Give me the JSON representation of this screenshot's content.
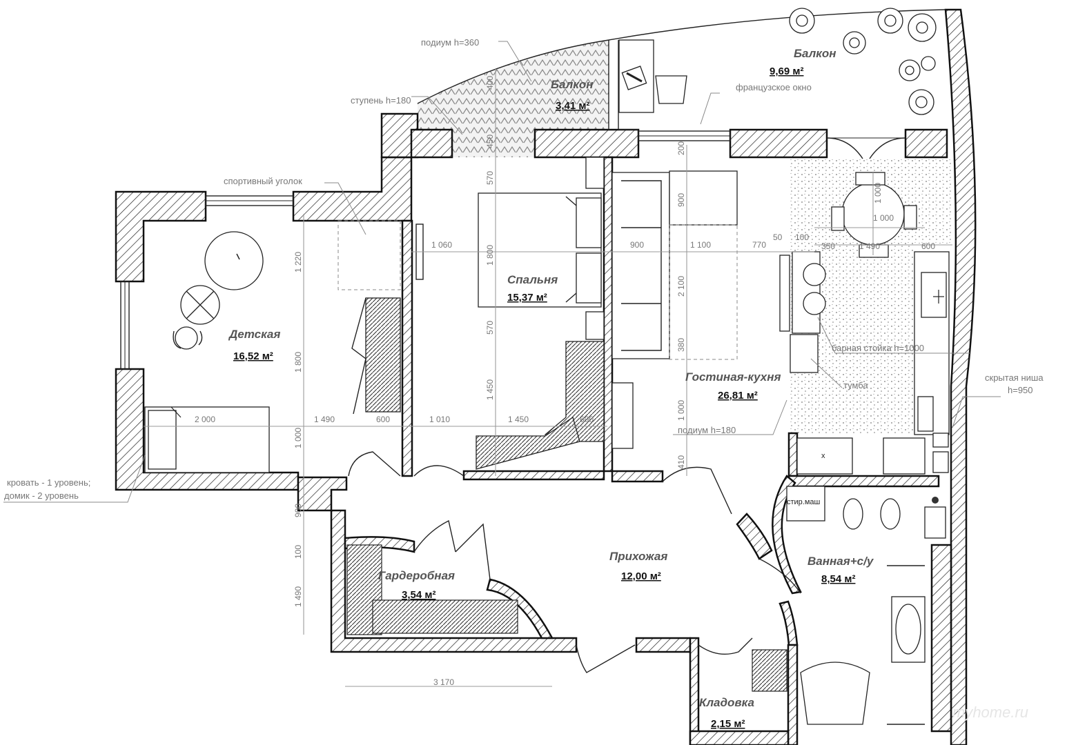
{
  "rooms": [
    {
      "name": "Балкон",
      "area": "9,69 м²"
    },
    {
      "name": "Балкон",
      "area": "3,41 м²"
    },
    {
      "name": "Спальня",
      "area": "15,37 м²"
    },
    {
      "name": "Детская",
      "area": "16,52 м²"
    },
    {
      "name": "Гостиная-кухня",
      "area": "26,81 м²"
    },
    {
      "name": "Прихожая",
      "area": "12,00 м²"
    },
    {
      "name": "Гардеробная",
      "area": "3,54 м²"
    },
    {
      "name": "Ванная+с/у",
      "area": "8,54 м²"
    },
    {
      "name": "Кладовка",
      "area": "2,15 м²"
    }
  ],
  "notes": {
    "podium_360": "подиум h=360",
    "step_180": "ступень h=180",
    "sport_corner": "спортивный уголок",
    "french_window": "французское окно",
    "bar_counter": "барная стойка h=1000",
    "cabinet": "тумба",
    "hidden_niche_1": "скрытая ниша",
    "hidden_niche_2": "h=950",
    "podium_180": "подиум h=180",
    "bed_1": "кровать - 1 уровень;",
    "bed_2": "домик - 2 уровень",
    "washer": "стир.маш"
  },
  "dims": {
    "d1060": "1 060",
    "d1800a": "1 800",
    "d900": "900",
    "d1100": "1 100",
    "d770": "770",
    "d50": "50",
    "d100": "100",
    "d350": "350",
    "d1490a": "1 490",
    "d600a": "600",
    "d1000a": "1 000",
    "d1000b": "1 000",
    "d570a": "570",
    "d570b": "570",
    "d450": "450",
    "d400": "400",
    "d1220": "1 220",
    "d1800b": "1 800",
    "d1000c": "1 000",
    "d900b": "900",
    "d100b": "100",
    "d1490b": "1 490",
    "d2000": "2 000",
    "d1490c": "1 490",
    "d600b": "600",
    "d1010": "1 010",
    "d1450a": "1 450",
    "d1450b": "1 450",
    "d600c": "600",
    "d200": "200",
    "d900c": "900",
    "d2100": "2 100",
    "d380": "380",
    "d1000d": "1 000",
    "d410": "410",
    "d3170": "3 170"
  },
  "watermark": "myhome.ru"
}
